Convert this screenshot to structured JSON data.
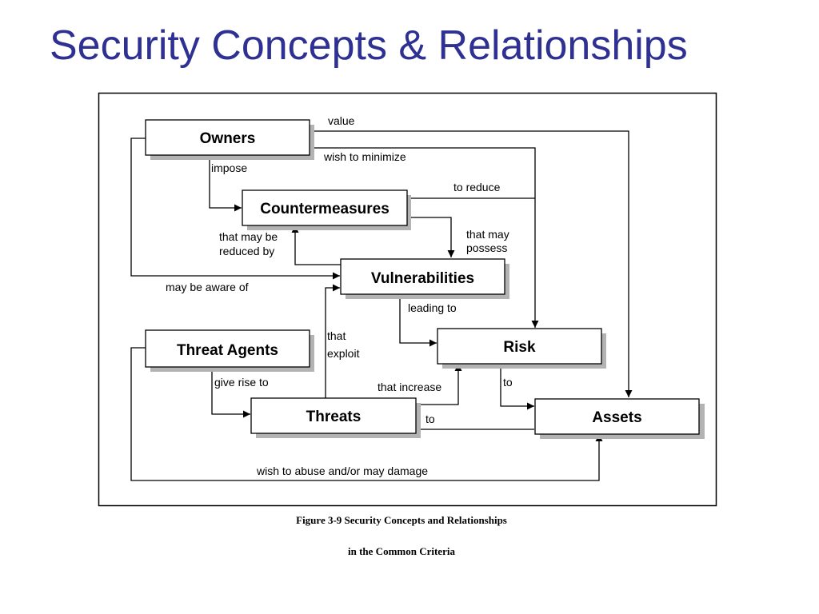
{
  "slide": {
    "title": "Security Concepts & Relationships"
  },
  "diagram": {
    "nodes": {
      "owners": "Owners",
      "countermeasures": "Countermeasures",
      "vulnerabilities": "Vulnerabilities",
      "threat_agents": "Threat Agents",
      "risk": "Risk",
      "threats": "Threats",
      "assets": "Assets"
    },
    "edges": {
      "value": "value",
      "wish_to_minimize": "wish to minimize",
      "impose": "impose",
      "to_reduce": "to reduce",
      "that_may_be": "that may be",
      "reduced_by": "reduced by",
      "that_may": "that may",
      "possess": "possess",
      "may_be_aware_of": "may be aware of",
      "leading_to": "leading to",
      "that": "that",
      "exploit": "exploit",
      "give_rise_to": "give rise to",
      "that_increase": "that increase",
      "to_risk_assets": "to",
      "to_threats_assets": "to",
      "wish_to_abuse": "wish to abuse and/or may damage"
    }
  },
  "caption": {
    "line1": "Figure 3-9  Security Concepts and Relationships",
    "line2": "in the Common Criteria"
  }
}
